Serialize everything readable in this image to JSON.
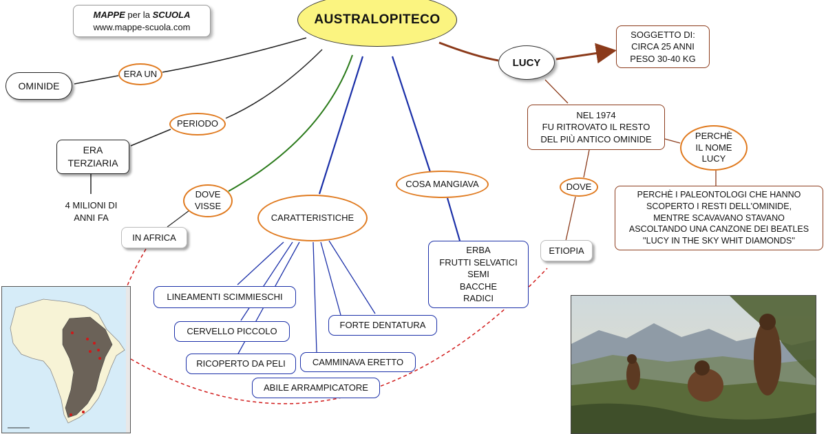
{
  "brand": {
    "line1_a": "MAPPE",
    "line1_b": "per la",
    "line1_c": "SCUOLA",
    "line2": "www.mappe-scuola.com"
  },
  "title": "AUSTRALOPITECO",
  "nodes": {
    "era_un": "ERA UN",
    "ominide": "OMINIDE",
    "periodo": "PERIODO",
    "era_terziaria_1": "ERA",
    "era_terziaria_2": "TERZIARIA",
    "milioni_1": "4 MILIONI DI",
    "milioni_2": "ANNI FA",
    "dove_visse_1": "DOVE",
    "dove_visse_2": "VISSE",
    "in_africa": "IN AFRICA",
    "caratteristiche": "CARATTERISTICHE",
    "cosa_mangiava": "COSA MANGIAVA",
    "lucy": "LUCY",
    "dove": "DOVE",
    "etiopia": "ETIOPIA"
  },
  "features": [
    "LINEAMENTI SCIMMIESCHI",
    "CERVELLO PICCOLO",
    "RICOPERTO DA PELI",
    "ABILE ARRAMPICATORE",
    "CAMMINAVA ERETTO",
    "FORTE DENTATURA"
  ],
  "foods": [
    "ERBA",
    "FRUTTI SELVATICI",
    "SEMI",
    "BACCHE",
    "RADICI"
  ],
  "soggetto": [
    "SOGGETTO DI:",
    "CIRCA 25 ANNI",
    "PESO 30-40 KG"
  ],
  "ritrovato": [
    "NEL 1974",
    "FU RITROVATO IL RESTO",
    "DEL PIÙ ANTICO OMINIDE"
  ],
  "perche_nome": [
    "PERCHÈ",
    "IL NOME",
    "LUCY"
  ],
  "spiegazione": [
    "PERCHÈ I PALEONTOLOGI CHE HANNO",
    "SCOPERTO I RESTI DELL'OMINIDE,",
    "MENTRE SCAVAVANO STAVANO",
    "ASCOLTANDO UNA CANZONE DEI BEATLES",
    "''LUCY IN THE SKY WHIT DIAMONDS''"
  ],
  "colors": {
    "title_fill": "#fbf480",
    "oval_border": "#e07a1f",
    "blue": "#1a2fa8",
    "brown": "#8b3a1a",
    "green": "#2a7a1a",
    "dashed": "#d01818",
    "black_line": "#222222"
  }
}
